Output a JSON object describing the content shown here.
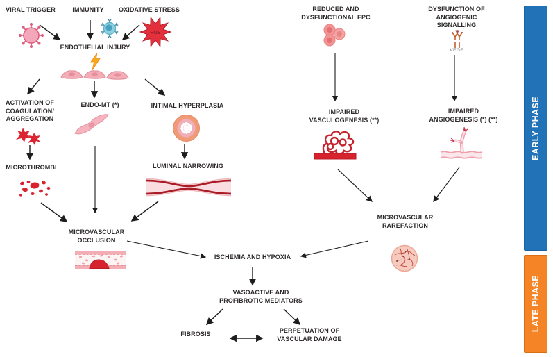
{
  "nodes": {
    "viral_trigger": "VIRAL TRIGGER",
    "immunity": "IMMUNITY",
    "oxidative_stress": "OXIDATIVE STRESS",
    "ros": "ROS",
    "endothelial_injury": "ENDOTHELIAL INJURY",
    "activation_coagulation": "ACTIVATION OF\nCOAGULATION/\nAGGREGATION",
    "endo_mt": "ENDO-MT (*)",
    "intimal_hyperplasia": "INTIMAL HYPERPLASIA",
    "microthrombi": "MICROTHROMBI",
    "luminal_narrowing": "LUMINAL NARROWING",
    "microvascular_occlusion": "MICROVASCULAR\nOCCLUSION",
    "reduced_epc": "REDUCED AND\nDYSFUNCTIONAL EPC",
    "dysfunction_angiogenic": "DYSFUNCTION OF\nANGIOGENIC\nSIGNALLING",
    "vegf": "VEGF",
    "impaired_vasculogenesis": "IMPAIRED\nVASCULOGENESIS (**)",
    "impaired_angiogenesis": "IMPAIRED\nANGIOGENESIS (*) (**)",
    "microvascular_rarefaction": "MICROVASCULAR\nRAREFACTION",
    "ischemia_hypoxia": "ISCHEMIA AND HYPOXIA",
    "vasoactive_mediators": "VASOACTIVE AND\nPROFIBROTIC MEDIATORS",
    "fibrosis": "FIBROSIS",
    "perpetuation": "PERPETUATION OF\nVASCULAR DAMAGE"
  },
  "phases": {
    "early": {
      "label": "EARLY PHASE",
      "color": "#2272b8"
    },
    "late": {
      "label": "LATE PHASE",
      "color": "#f58426"
    }
  },
  "icons": {
    "viral_trigger": "virus-icon",
    "immunity": "immune-cell-icon",
    "oxidative_stress": "ros-star-icon",
    "endothelial_injury": "lightning-icon and endothelial-cells-icon",
    "activation_coagulation": "activated-platelets-icon",
    "microthrombi": "thrombi-clumps-icon",
    "endo_mt": "spindle-cell-icon",
    "intimal_hyperplasia": "vessel-cross-section-icon",
    "luminal_narrowing": "narrowed-vessel-icon",
    "microvascular_occlusion": "occluded-vessel-icon",
    "reduced_epc": "epc-cells-icon",
    "dysfunction_angiogenic": "vegf-receptor-icon",
    "impaired_vasculogenesis": "vessel-tangle-icon",
    "impaired_angiogenesis": "vessel-sprout-icon",
    "microvascular_rarefaction": "capillary-sphere-icon"
  },
  "colors": {
    "text": "#2d292a",
    "arrow": "#1d1d1b",
    "early_phase_bar": "#2272b8",
    "late_phase_bar": "#f58426",
    "icon_red": "#d6232e",
    "icon_pink": "#f3adb7"
  }
}
